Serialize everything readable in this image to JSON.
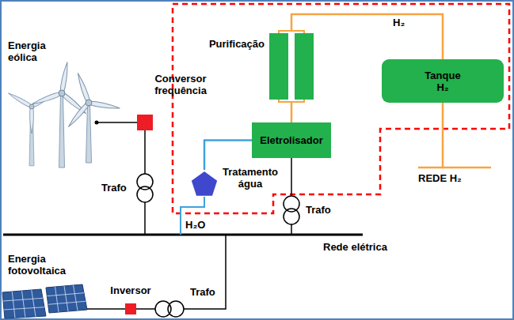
{
  "diagram": {
    "nodes": [
      {
        "text": [
          "Purificação"
        ]
      },
      {
        "text": [
          "Tanque H₂"
        ]
      },
      {
        "text": [
          "Conversor frequência"
        ]
      },
      {
        "text": [
          "Eletrolisador"
        ]
      },
      {
        "text": [
          "Tratamento água"
        ]
      },
      {
        "text": [
          "Inversor"
        ]
      }
    ],
    "edges": [
      {
        "from": 0,
        "to": 1,
        "arrow": "none",
        "label": "H₂"
      },
      {
        "from": 0,
        "to": 3,
        "arrow": "none"
      },
      {
        "from": 4,
        "to": 3,
        "arrow": "none"
      }
    ],
    "labels": [
      "Energia eólica",
      "REDE H₂",
      "Trafo",
      "Trafo",
      "H₂O",
      "Rede elétrica",
      "Energia fotovoltaica",
      "Trafo"
    ]
  }
}
